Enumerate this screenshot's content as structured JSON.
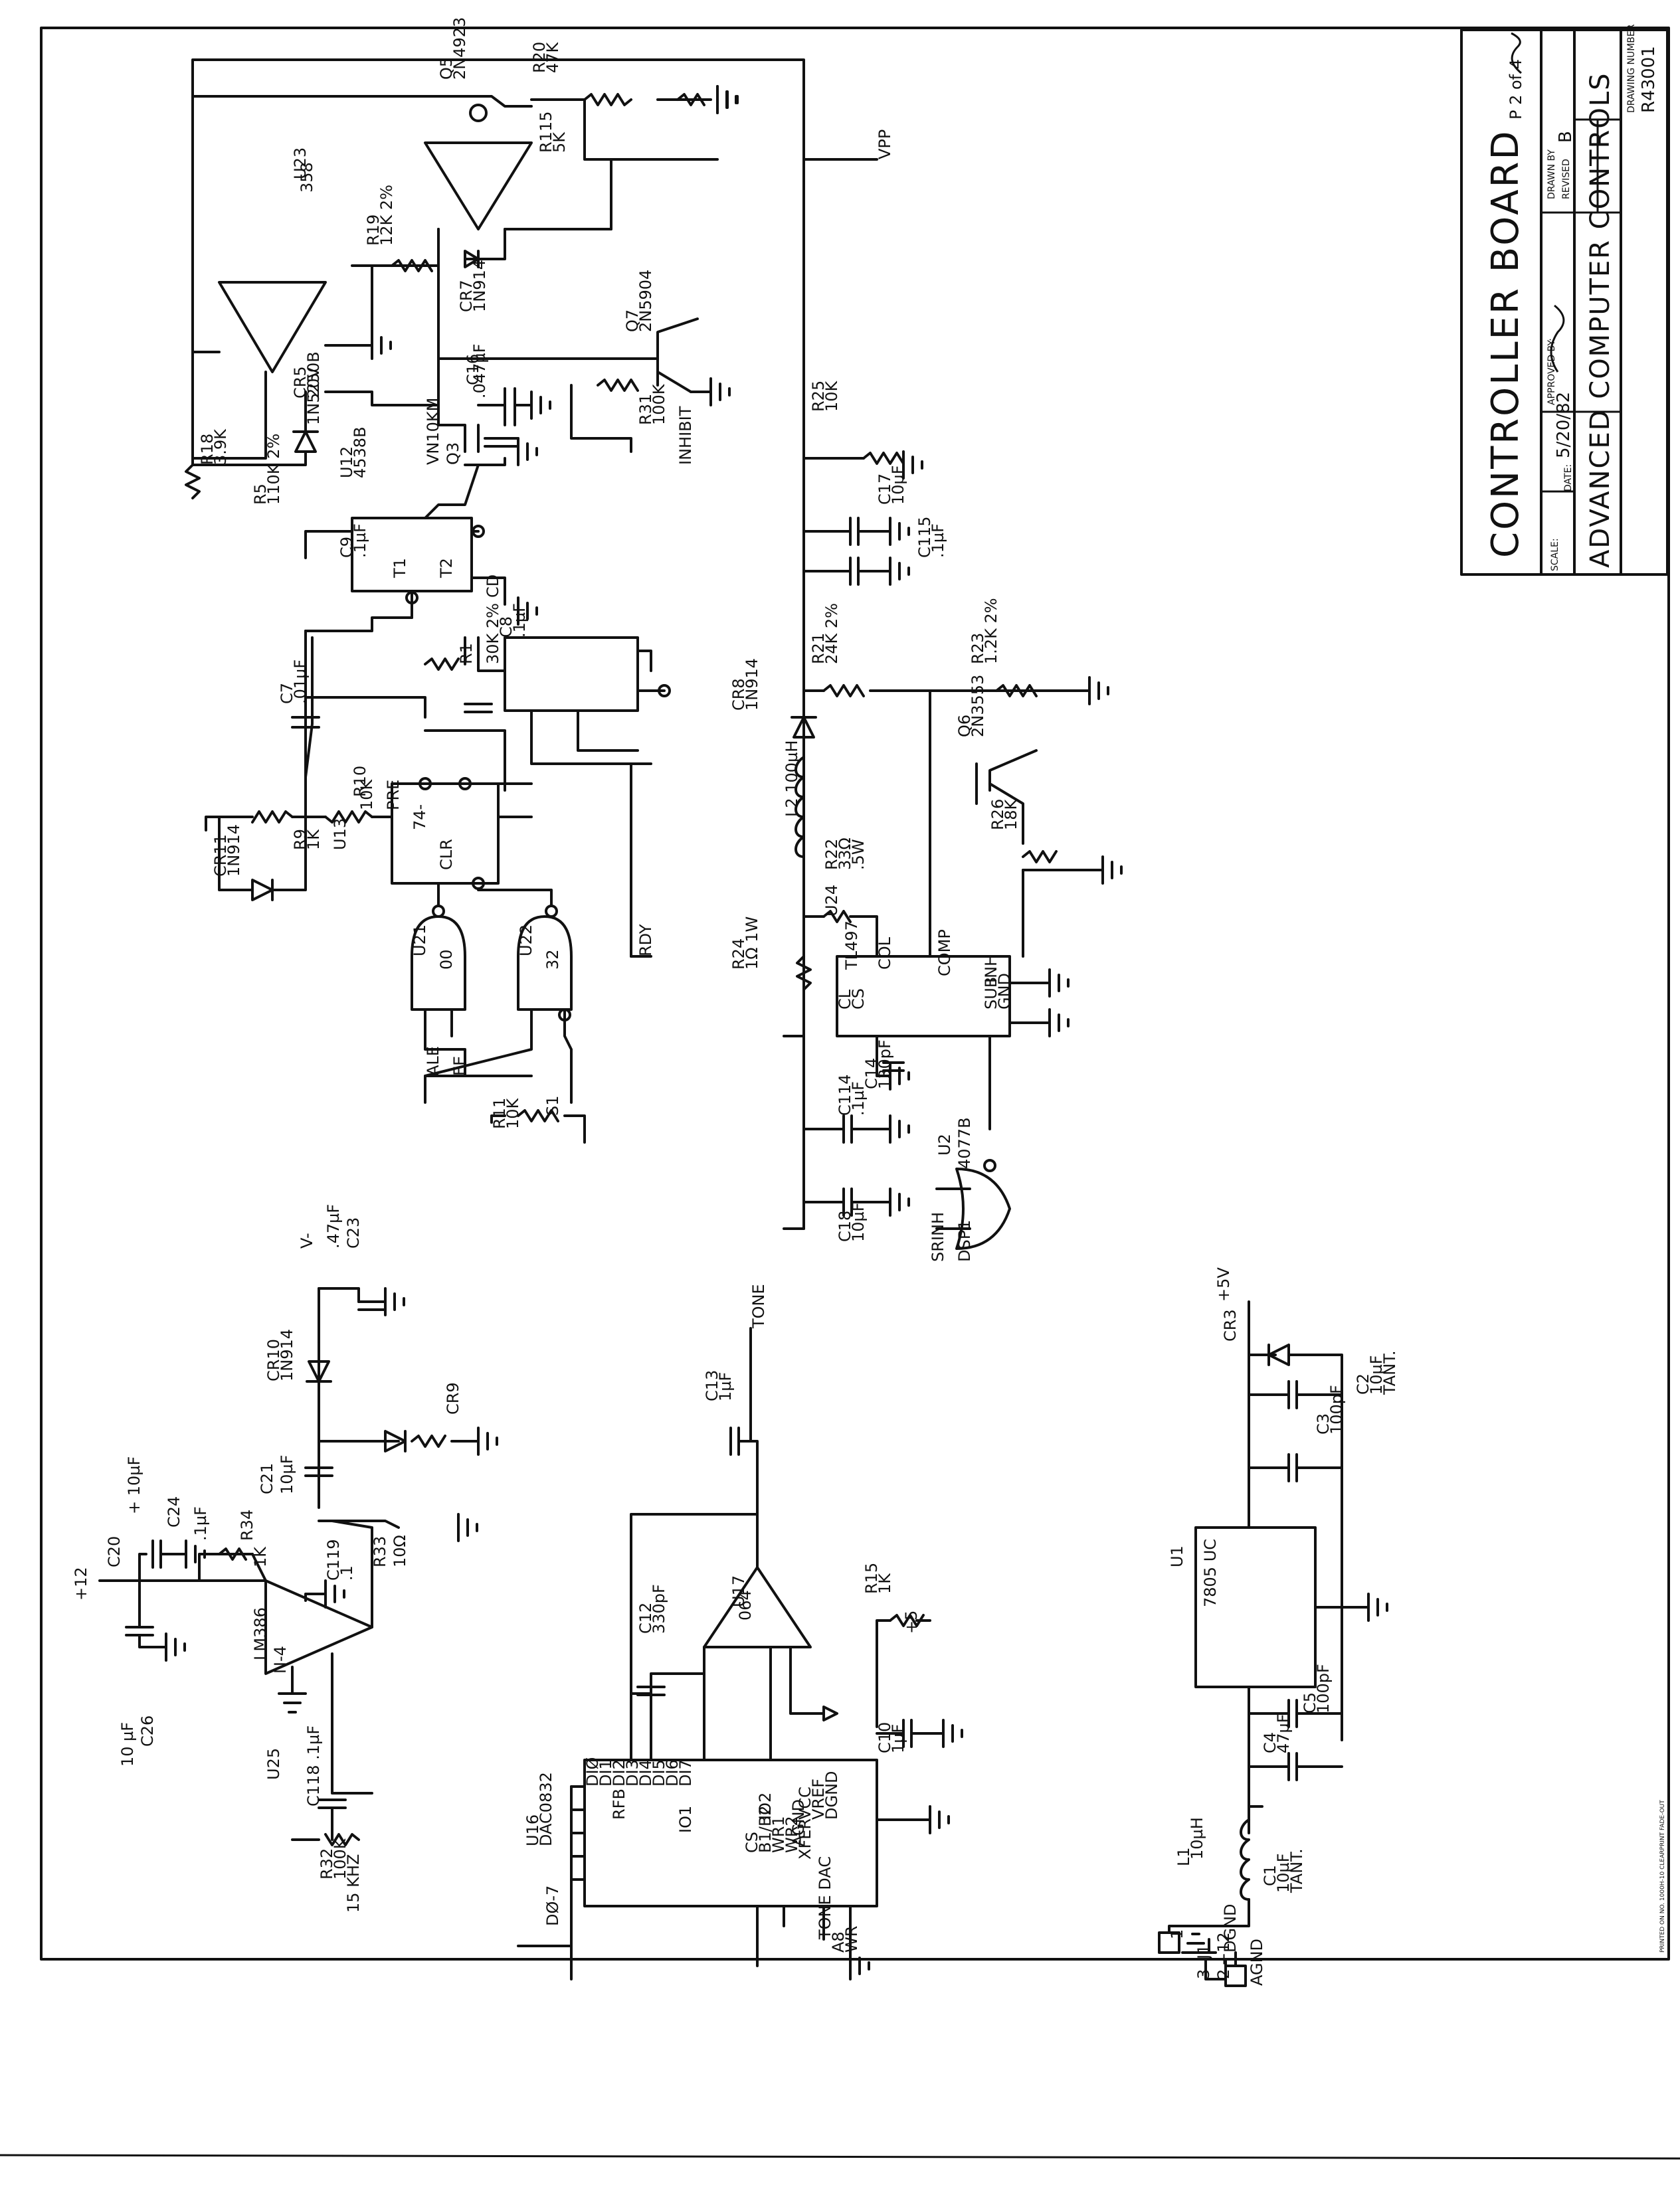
{
  "title_block": {
    "title": "CONTROLLER BOARD",
    "page": "P 2 of 4",
    "company": "ADVANCED COMPUTER CONTROLS",
    "scale_label": "SCALE:",
    "date_label": "DATE:",
    "date": "5/20/82",
    "approved_label": "APPROVED BY:",
    "drawn_label": "DRAWN BY",
    "revised_label": "REVISED",
    "revision": "B",
    "drawing_number_label": "DRAWING NUMBER",
    "drawing_number": "R43001"
  },
  "footer": {
    "printed_note": "PRINTED ON NO. 1000H-10 CLEARPRINT FADE-OUT"
  },
  "labels": [
    "+12",
    "10 µF",
    "C26",
    "C20",
    "+ 10µF",
    "C24",
    ".1µF",
    "R34",
    "1K",
    "LM386",
    "N-4",
    "U25",
    "C21",
    "10µF",
    "C119",
    ".1",
    "R33",
    "10Ω",
    "CR10",
    "1N914",
    "CR9",
    "V-",
    ".47µF",
    "C23",
    "C118 .1µF",
    "R32",
    "100K",
    "15 KHZ",
    "U16",
    "DAC0832",
    "DIØ",
    "DI1",
    "DI2",
    "DI3",
    "DI4",
    "DI5",
    "DI6",
    "DI7",
    "RFB",
    "IO1",
    "IO2",
    "VCC",
    "VREF",
    "DGND",
    "AGND",
    "CS",
    "B1/B2",
    "WR1",
    "WR2",
    "XFER",
    "DØ-7",
    "TONE DAC",
    "A8",
    "WR",
    "C12",
    "330pF",
    "U17",
    "064",
    "C13",
    "1µF",
    "TONE",
    "R15",
    "1K",
    "C10",
    "1µF",
    "+5",
    "U1",
    "7805 UC",
    "C1",
    "10µF",
    "TANT.",
    "C4",
    "47µF",
    "C5",
    "100pF",
    "C3",
    "100pF",
    "C2",
    "10µF",
    "TANT.",
    "CR3",
    "+5V",
    "L1",
    "10µH",
    "J1",
    "+12",
    "DGND",
    "AGND",
    "1",
    "3",
    "2",
    "Q5",
    "2N4923",
    "R115",
    "5K",
    "R20",
    "47K",
    "VPP",
    "R19",
    "12K 2%",
    "U23",
    "358",
    "CR7",
    "1N914",
    "Q7",
    "2N5904",
    "R31",
    "100K",
    "INHIBIT",
    "C16",
    ".047µF",
    "CR5",
    "20V",
    "1N5250B",
    "R18",
    "3.9K",
    "R5",
    "110K 2%",
    "U12",
    "4538B",
    "VN10KM",
    "Q3",
    "C9",
    ".1µF",
    "CD",
    "T1",
    "T2",
    "R25",
    "10K",
    "C17",
    "10µF",
    "C115",
    ".1µF",
    "R1",
    "30K 2%",
    "C8",
    ".1µF",
    "C7",
    ".01µF",
    "R10",
    "10K",
    "R9",
    "1K",
    "CR11",
    "1N914",
    "U13",
    "74-",
    "PRE",
    "CLR",
    "U21",
    "00",
    "U22",
    "32",
    "ALE",
    "EE",
    "R11",
    "10K",
    "S1",
    "RDY",
    "CR8",
    "1N914",
    "L2 100µH",
    "R21",
    "24K 2%",
    "R23",
    "1.2K 2%",
    "Q6",
    "2N3553",
    "R26",
    "18K",
    "R22",
    "33Ω",
    ".5W",
    "R24",
    "1Ω 1W",
    "U24",
    "TL497",
    "CL",
    "CS",
    "COL",
    "COMP",
    "INH",
    "SUB",
    "GND",
    "C14",
    "130pF",
    "C114",
    ".1µF",
    "C18",
    "10µF",
    "U2",
    "4077B",
    "SRINH",
    "DSP1"
  ]
}
